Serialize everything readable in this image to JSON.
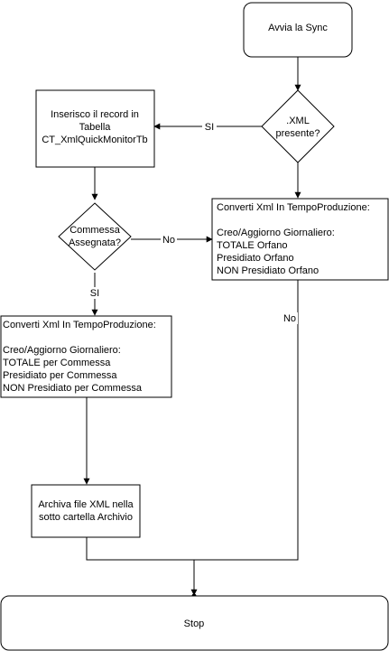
{
  "nodes": {
    "start": "Avvia la Sync",
    "xml_check": [
      ".XML",
      "presente?"
    ],
    "insert_record": [
      "Inserisco il record in",
      "Tabella",
      "CT_XmlQuickMonitorTb"
    ],
    "commessa_check": [
      "Commessa",
      "Assegnata?"
    ],
    "convert_orfano": [
      "Converti Xml In TempoProduzione:",
      "",
      "Creo/Aggiorno Giornaliero:",
      "TOTALE Orfano",
      "Presidiato Orfano",
      "NON Presidiato Orfano"
    ],
    "convert_commessa": [
      "Converti Xml In TempoProduzione:",
      "",
      "Creo/Aggiorno Giornaliero:",
      "TOTALE per Commessa",
      "Presidiato per Commessa",
      "NON Presidiato per Commessa"
    ],
    "archive": [
      "Archiva file XML nella",
      "sotto cartella Archivio"
    ],
    "stop": "Stop"
  },
  "edges": {
    "xml_yes": "SI",
    "commessa_no": "No",
    "commessa_yes": "SI",
    "orfano_no": "No"
  }
}
